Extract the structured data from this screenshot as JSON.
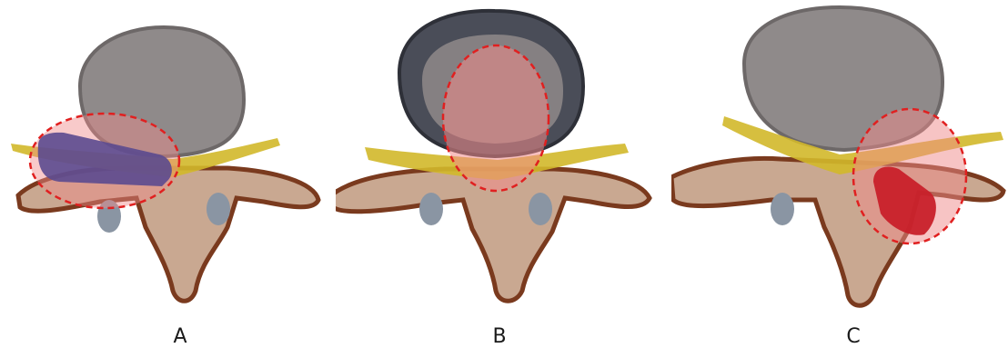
{
  "figure": {
    "panels": [
      {
        "label": "A"
      },
      {
        "label": "B"
      },
      {
        "label": "C"
      }
    ]
  },
  "colors": {
    "vertebral_body": "#8f8a8a",
    "vertebral_body_dark": "#4a4d58",
    "bone_outline": "#7a3a1e",
    "bone_fill": "#c9a891",
    "nerve_root": "#d2b82a",
    "herniation_zone": "#f08a8a",
    "herniation_outline": "#e02020",
    "extruded_disc_purple": "#5b4a8f",
    "extruded_disc_red": "#c8202a",
    "facet_grey": "#8a95a3"
  }
}
